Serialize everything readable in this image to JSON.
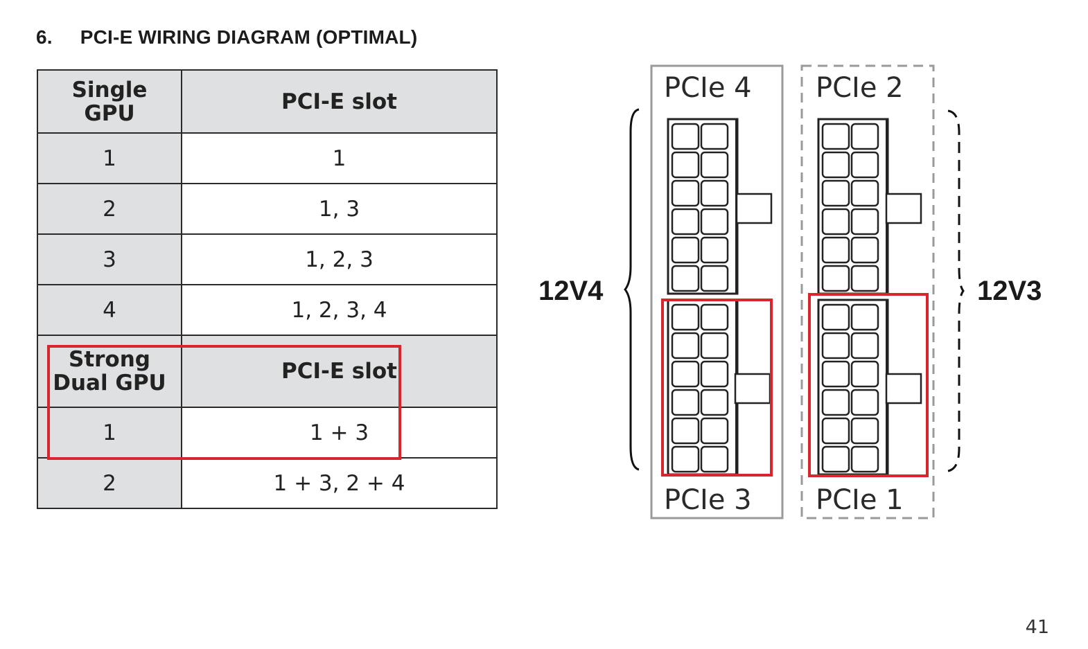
{
  "heading": {
    "number": "6.",
    "title": "PCI-E WIRING DIAGRAM (OPTIMAL)"
  },
  "single_table": {
    "header_col1_lines": [
      "Single",
      "GPU"
    ],
    "header_col2": "PCI-E slot",
    "rows": [
      {
        "gpu": "1",
        "slot": "1"
      },
      {
        "gpu": "2",
        "slot": "1, 3"
      },
      {
        "gpu": "3",
        "slot": "1, 2, 3"
      },
      {
        "gpu": "4",
        "slot": "1, 2, 3, 4"
      }
    ]
  },
  "dual_table": {
    "header_col1_lines": [
      "Strong",
      "Dual GPU"
    ],
    "header_col2": "PCI-E slot",
    "rows": [
      {
        "gpu": "1",
        "slot": "1 + 3"
      },
      {
        "gpu": "2",
        "slot": "1 + 3, 2 + 4"
      }
    ]
  },
  "diagram": {
    "left_group": {
      "top_label": "PCIe 4",
      "bottom_label": "PCIe 3",
      "rail_label": "12V4"
    },
    "right_group": {
      "top_label": "PCIe 2",
      "bottom_label": "PCIe 1",
      "rail_label": "12V3"
    }
  },
  "colors": {
    "highlight": "#d8262e",
    "header_fill": "#dfe0e1"
  },
  "page_number": "41"
}
